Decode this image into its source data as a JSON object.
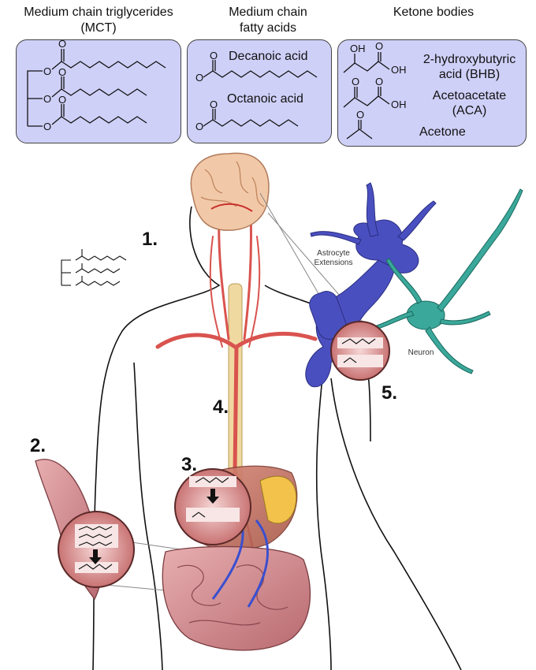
{
  "headers": {
    "mct": [
      "Medium chain triglycerides",
      "(MCT)"
    ],
    "mcfa": [
      "Medium chain",
      "fatty acids"
    ],
    "ketones": "Ketone bodies"
  },
  "acids": {
    "decanoic": "Decanoic acid",
    "octanoic": "Octanoic acid"
  },
  "ketones": {
    "bhb": [
      "2-hydroxybutyric",
      "acid (BHB)"
    ],
    "aca": [
      "Acetoacetate",
      "(ACA)"
    ],
    "acetone": "Acetone",
    "atoms": {
      "oh": "OH",
      "o": "O"
    }
  },
  "steps": {
    "s1": "1.",
    "s2": "2.",
    "s3": "3.",
    "s4": "4.",
    "s5": "5."
  },
  "labels": {
    "astrocyte": [
      "Astrocyte",
      "Extensions"
    ],
    "neuron": "Neuron"
  },
  "colors": {
    "box_fill": "#cfd0f8",
    "vessel": "#d9534f",
    "vein": "#3a4fd0",
    "spine": "#f0d9a0",
    "astrocyte": "#4a4fc0",
    "neuron": "#3aa89a",
    "brain": "#f2c9a8",
    "organ": "#e8a9a0"
  }
}
